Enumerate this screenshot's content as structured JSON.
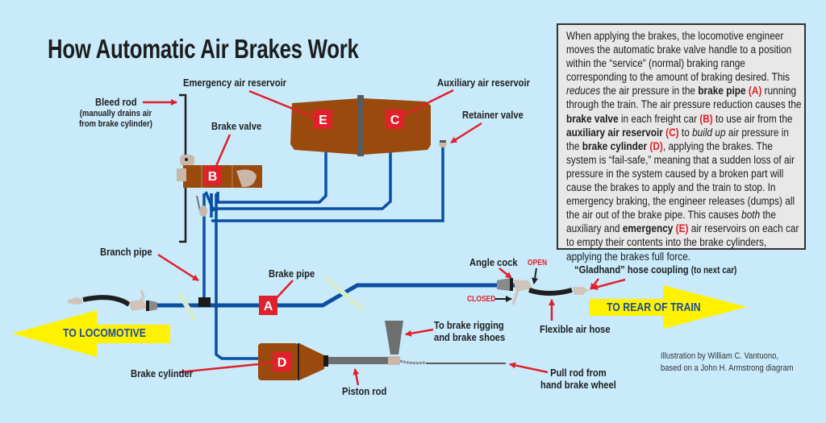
{
  "title": "How Automatic Air Brakes Work",
  "labels": {
    "emergency_air_reservoir": "Emergency air reservoir",
    "auxiliary_air_reservoir": "Auxiliary air reservoir",
    "retainer_valve": "Retainer valve",
    "bleed_rod": "Bleed rod",
    "bleed_rod_note_1": "(manually drains air",
    "bleed_rod_note_2": "from brake cylinder)",
    "brake_valve": "Brake valve",
    "branch_pipe": "Branch pipe",
    "brake_pipe": "Brake pipe",
    "angle_cock": "Angle cock",
    "open": "OPEN",
    "closed": "CLOSED",
    "gladhand": "“Gladhand” hose coupling",
    "gladhand_note": "(to next car)",
    "flexible_air_hose": "Flexible air hose",
    "to_brake_rigging_1": "To brake rigging",
    "to_brake_rigging_2": "and brake shoes",
    "brake_cylinder": "Brake cylinder",
    "piston_rod": "Piston rod",
    "pull_rod_1": "Pull rod from",
    "pull_rod_2": "hand brake wheel"
  },
  "badges": {
    "A": "A",
    "B": "B",
    "C": "C",
    "D": "D",
    "E": "E"
  },
  "direction_arrows": {
    "to_locomotive": "TO LOCOMOTIVE",
    "to_rear": "TO REAR OF TRAIN"
  },
  "explanation": {
    "s1": "When applying the brakes, the locomotive engineer moves the automatic brake valve handle to a position within the “service” (normal) braking range corresponding to the amount of braking desired. This ",
    "reduces": "reduces",
    "s2": " the air pressure in the ",
    "brake_pipe": "brake pipe",
    "ref_a": "(A)",
    "s3": " running through the train. The air pressure reduction causes the ",
    "brake_valve": "brake valve",
    "s4": " in each freight car ",
    "ref_b": "(B)",
    "s5": " to use air from the ",
    "aux_reservoir": "auxiliary air reservoir",
    "ref_c": "(C)",
    "s6": " to ",
    "build_up": "build up",
    "s7": " air pressure in the ",
    "brake_cylinder": "brake cylinder",
    "ref_d": "(D)",
    "s8": ", applying the brakes. The system is “fail-safe,” meaning that a sudden loss of air pressure in the system caused by a broken part will cause the brakes to apply and the train to stop. In emergency braking, the engineer releases (dumps) all the air out of the brake pipe. This causes ",
    "both": "both",
    "s9": " the auxiliary and ",
    "emergency": "emergency",
    "ref_e": "(E)",
    "s10": " air reservoirs on each car to empty their contents into the brake cylinders, applying the brakes full force."
  },
  "credit": {
    "line1": "Illustration by William C. Vantuono,",
    "line2": "based on a John H. Armstrong diagram"
  },
  "colors": {
    "background": "#c8eafb",
    "pipe": "#0b4fa0",
    "reservoir": "#9a4a0c",
    "badge": "#e0202a",
    "arrow_fill": "#fff200",
    "arrow_text": "#1b4a9a",
    "callout": "#e0202a"
  }
}
